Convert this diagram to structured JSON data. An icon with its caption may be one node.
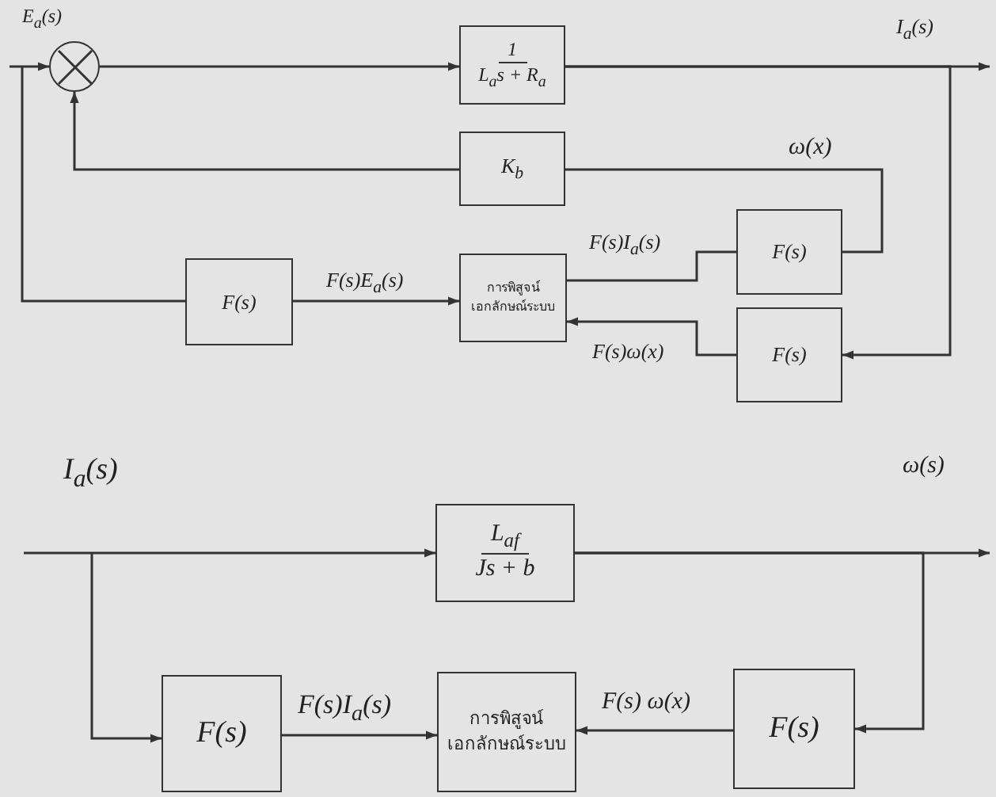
{
  "diagram": {
    "nodes": [
      {
        "text": [],
        "shape": "circle"
      },
      {
        "text": [
          "1",
          "L$_{a}$s + R$_{a}$"
        ]
      },
      {
        "text": [
          "K$_{b}$"
        ]
      },
      {
        "text": [
          "F(s)"
        ]
      },
      {
        "text": [
          "การพิสูจน์เอกลักษณ์ระบบ"
        ]
      },
      {
        "text": [
          "F(s)"
        ]
      },
      {
        "text": [
          "F(s)"
        ]
      },
      {
        "text": [
          "L$_{af}$",
          "Js + b"
        ]
      },
      {
        "text": [
          "F(s)"
        ]
      },
      {
        "text": [
          "การพิสูจน์เอกลักษณ์ระบบ"
        ]
      },
      {
        "text": [
          "F(s)"
        ]
      }
    ],
    "edges": [
      {
        "from": null,
        "to": 0,
        "arrow": "to",
        "label": "E$_{a}$(s)"
      },
      {
        "from": 0,
        "to": 1,
        "arrow": "to"
      },
      {
        "from": 1,
        "to": null,
        "arrow": "to",
        "label": "I$_{a}$(s)"
      },
      {
        "from": 1,
        "to": 6,
        "arrow": "to"
      },
      {
        "from": 2,
        "to": 0,
        "arrow": "to"
      },
      {
        "from": 2,
        "to": 5,
        "arrow": "none",
        "label": "ω(x)"
      },
      {
        "from": null,
        "to": 3,
        "arrow": "none"
      },
      {
        "from": 3,
        "to": 4,
        "arrow": "to",
        "label": "F(s)E$_{a}$(s)"
      },
      {
        "from": 5,
        "to": 4,
        "arrow": "none",
        "label": "F(s)I$_{a}$(s)"
      },
      {
        "from": 6,
        "to": 4,
        "arrow": "to",
        "label": "F(s)ω(x)"
      },
      {
        "from": null,
        "to": 7,
        "arrow": "to",
        "label": "I$_{a}$(s)"
      },
      {
        "from": 7,
        "to": null,
        "arrow": "to",
        "label": "ω(s)"
      },
      {
        "from": 7,
        "to": 10,
        "arrow": "to"
      },
      {
        "from": null,
        "to": 8,
        "arrow": "to"
      },
      {
        "from": 8,
        "to": 9,
        "arrow": "to",
        "label": "F(s)I$_{a}$(s)"
      },
      {
        "from": 10,
        "to": 9,
        "arrow": "to",
        "label": "F(s) ω(x)"
      }
    ]
  }
}
